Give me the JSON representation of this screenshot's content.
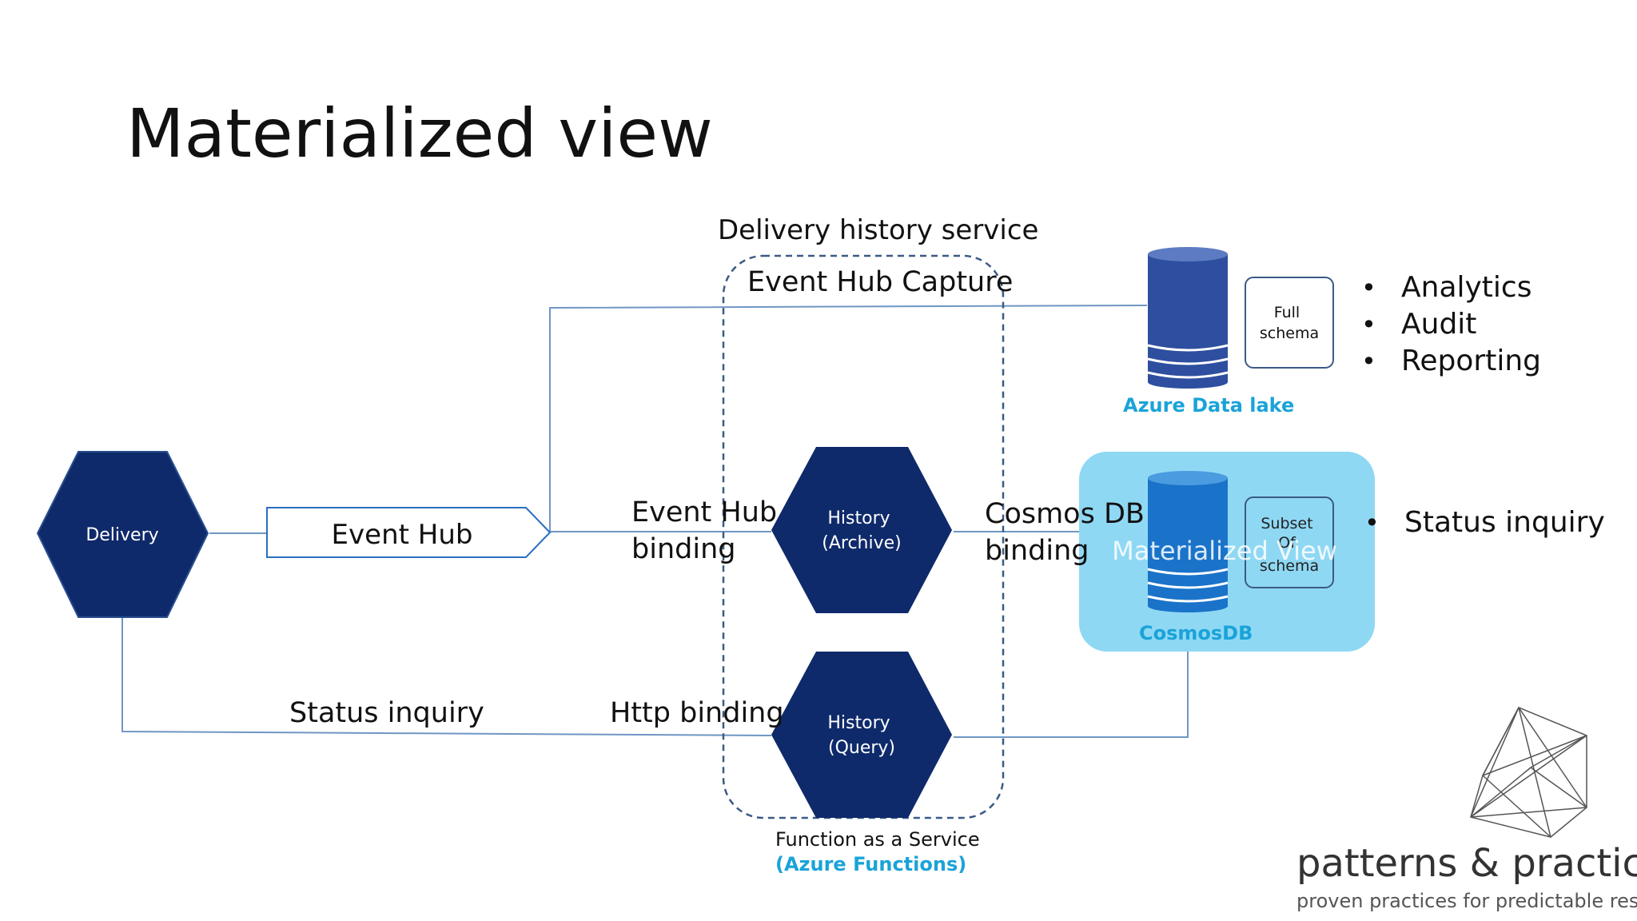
{
  "title": "Materialized view",
  "service": {
    "label": "Delivery history service",
    "capture": "Event Hub Capture",
    "faas": "Function as a Service",
    "faas_platform": "(Azure Functions)"
  },
  "nodes": {
    "delivery": "Delivery",
    "event_hub": "Event Hub",
    "history_archive": [
      "History",
      "(Archive)"
    ],
    "history_query": [
      "History",
      "(Query)"
    ]
  },
  "bindings": {
    "event_hub": [
      "Event Hub",
      "binding"
    ],
    "cosmos": [
      "Cosmos DB",
      "binding"
    ],
    "http": "Http binding"
  },
  "edge_labels": {
    "status_inquiry": "Status inquiry"
  },
  "stores": {
    "datalake": {
      "name": "Azure Data lake",
      "schema": [
        "Full",
        "schema"
      ],
      "uses": [
        "Analytics",
        "Audit",
        "Reporting"
      ]
    },
    "cosmos": {
      "name": "CosmosDB",
      "schema": [
        "Subset",
        "Of",
        "schema"
      ],
      "overlay": "Materialized View",
      "uses": [
        "Status inquiry"
      ]
    }
  },
  "logo": {
    "name": "patterns & practices",
    "tagline": "proven practices for predictable results"
  },
  "colors": {
    "hex_fill": "#0f2a6b",
    "line": "#6f96c4",
    "datalake_db": "#2e4f9f",
    "cosmos_db": "#1a73c9",
    "materialized_panel": "#8fd8f4",
    "accent": "#1aa3d8"
  }
}
